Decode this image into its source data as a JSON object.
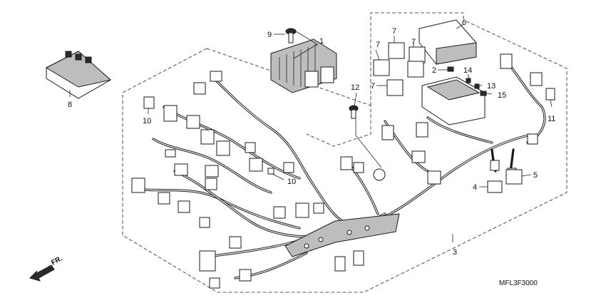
{
  "diagram": {
    "callouts": [
      {
        "id": "1",
        "label": "1"
      },
      {
        "id": "2",
        "label": "2"
      },
      {
        "id": "3",
        "label": "3"
      },
      {
        "id": "4",
        "label": "4"
      },
      {
        "id": "5",
        "label": "5"
      },
      {
        "id": "6",
        "label": "6"
      },
      {
        "id": "7a",
        "label": "7"
      },
      {
        "id": "7b",
        "label": "7"
      },
      {
        "id": "7c",
        "label": "7"
      },
      {
        "id": "7d",
        "label": "7"
      },
      {
        "id": "8",
        "label": "8"
      },
      {
        "id": "9",
        "label": "9"
      },
      {
        "id": "10a",
        "label": "10"
      },
      {
        "id": "10b",
        "label": "10"
      },
      {
        "id": "11",
        "label": "11"
      },
      {
        "id": "12",
        "label": "12"
      },
      {
        "id": "13",
        "label": "13"
      },
      {
        "id": "14",
        "label": "14"
      },
      {
        "id": "15",
        "label": "15"
      }
    ],
    "direction_label": "FR.",
    "diagram_code": "MFL3F3000"
  }
}
